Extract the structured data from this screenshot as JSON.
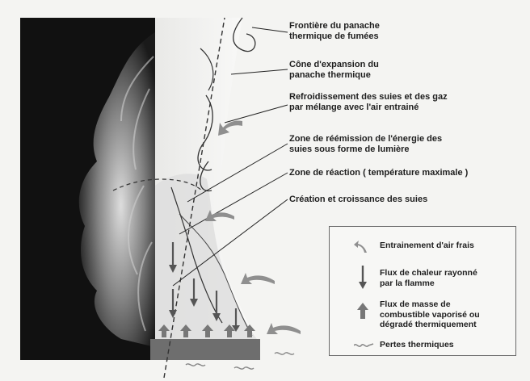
{
  "annotations": [
    "Frontière du panache\nthermique de fumées",
    "Cône d'expansion du\npanache thermique",
    "Refroidissement des suies et des gaz\npar mélange avec l'air entrainé",
    "Zone de réémission de l'énergie des\nsuies sous forme de lumière",
    "Zone de réaction ( température maximale )",
    "Création et croissance des suies"
  ],
  "legend": {
    "items": [
      {
        "icon": "curved-air-arrow-icon",
        "label": "Entrainement d'air frais"
      },
      {
        "icon": "down-arrow-icon",
        "label": "Flux de chaleur rayonné\npar la flamme"
      },
      {
        "icon": "up-arrow-icon",
        "label": "Flux de masse de\ncombustible vaporisé ou\ndégradé thermiquement"
      },
      {
        "icon": "wavy-loss-arrow-icon",
        "label": "Pertes thermiques"
      }
    ]
  },
  "colors": {
    "background": "#f4f4f2",
    "flame_dark": "#111111",
    "fuel_surface": "#6e6e6e",
    "arrow": "#555555",
    "air_arrow": "#8a8a8a",
    "text": "#1e1e1e"
  }
}
